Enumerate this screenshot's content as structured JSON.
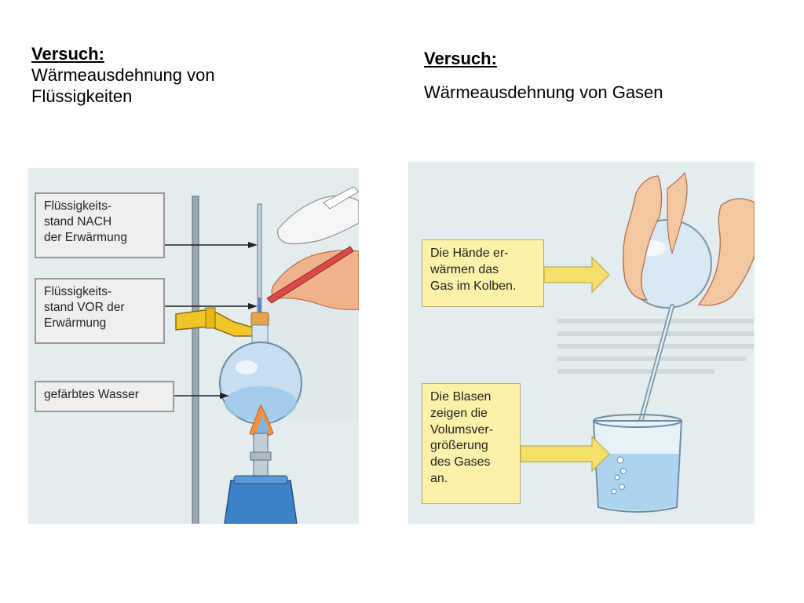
{
  "left": {
    "heading": "Versuch:",
    "subtitle_line1": "Wärmeausdehnung von",
    "subtitle_line2": "Flüssigkeiten",
    "labels": {
      "after": "Flüssigkeits-\nstand NACH\nder Erwärmung",
      "before": "Flüssigkeits-\nstand VOR der\nErwärmung",
      "water": "gefärbtes Wasser"
    }
  },
  "right": {
    "heading": "Versuch:",
    "subtitle": "Wärmeausdehnung von Gasen",
    "labels": {
      "hands": "Die Hände er-\nwärmen das\nGas im Kolben.",
      "bubbles": "Die Blasen\nzeigen die\nVolumsver-\ngrößerung\ndes Gases\nan."
    }
  },
  "colors": {
    "panel_bg": "#e3ecee",
    "label_yellow": "#fbf1a9",
    "label_grey": "#eef0f0",
    "arrow_yellow": "#f7e06a",
    "water_blue": "#a9d2ef"
  }
}
